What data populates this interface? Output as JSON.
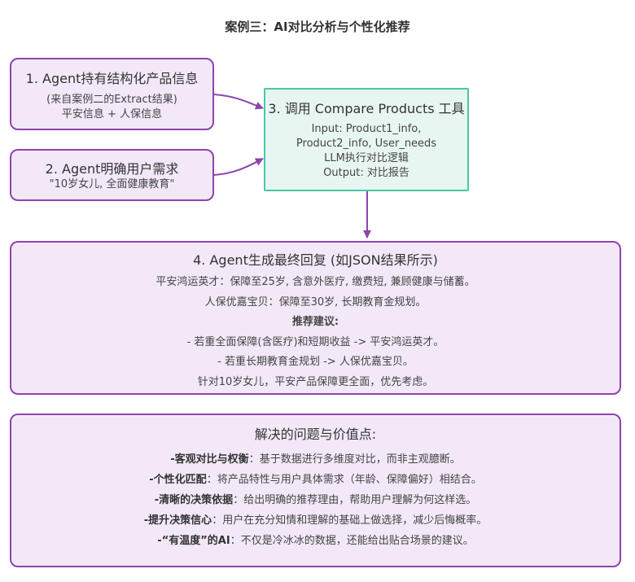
{
  "title": "案例三：AI对比分析与个性化推荐",
  "box1": {
    "heading": "1. Agent持有结构化产品信息",
    "lines": [
      "(来自案例二的Extract结果)",
      "平安信息 + 人保信息"
    ]
  },
  "box2": {
    "heading": "2. Agent明确用户需求",
    "lines": [
      "\"10岁女儿, 全面健康教育\""
    ]
  },
  "box3": {
    "heading": "3. 调用 Compare Products 工具",
    "lines": [
      "Input: Product1_info,",
      "Product2_info, User_needs",
      "LLM执行对比逻辑",
      "Output: 对比报告"
    ]
  },
  "box4": {
    "heading": "4. Agent生成最终回复 (如JSON结果所示)",
    "lines": [
      "平安鸿运英才：保障至25岁, 含意外医疗, 缴费短, 兼顾健康与储蓄。",
      "人保优嘉宝贝：保障至30岁, 长期教育金规划。",
      "推荐建议:",
      "- 若重全面保障(含医疗)和短期收益 -> 平安鸿运英才。",
      "- 若重长期教育金规划 -> 人保优嘉宝贝。",
      "针对10岁女儿，平安产品保障更全面，优先考虑。"
    ]
  },
  "box5": {
    "heading": "解决的问题与价值点:",
    "items": [
      {
        "label": "-客观对比与权衡",
        "text": "：基于数据进行多维度对比，而非主观臆断。"
      },
      {
        "label": "-个性化匹配",
        "text": "：将产品特性与用户具体需求（年龄、保障偏好）相结合。"
      },
      {
        "label": "-清晰的决策依据",
        "text": "：给出明确的推荐理由，帮助用户理解为何这样选。"
      },
      {
        "label": "-提升决策信心",
        "text": "：用户在充分知情和理解的基础上做选择，减少后悔概率。"
      },
      {
        "label": "-“有温度”的AI",
        "text": "：不仅是冷冰冰的数据，还能给出贴合场景的建议。"
      }
    ]
  },
  "colors": {
    "purple_border": "#8e44ad",
    "purple_fill": "#f3e8f8",
    "teal_border": "#47c9a7",
    "teal_fill": "#e8f6f2",
    "arrow": "#8e44ad"
  }
}
